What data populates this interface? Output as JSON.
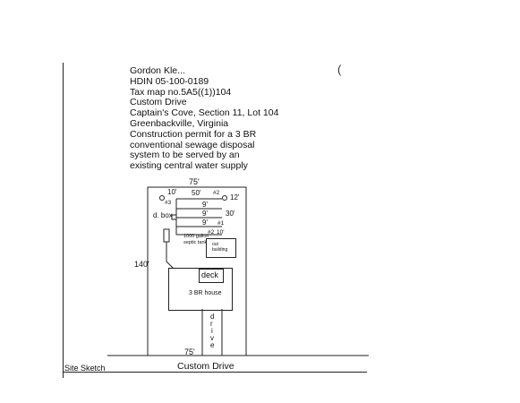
{
  "header": {
    "lines": [
      "Gordon Kle...",
      "HDIN 05-100-0189",
      "Tax map no.5A5((1))104",
      "Custom Drive",
      "Captain's Cove, Section 11, Lot 104",
      "Greenbackville, Virginia",
      "Construction permit for a 3 BR",
      "conventional sewage disposal",
      "system to be served by an",
      "existing central water supply"
    ]
  },
  "corner_mark": "(",
  "sketch": {
    "top_width": "75'",
    "bottom_width": "75'",
    "left_depth": "140'",
    "dim_10_left": "10'",
    "dim_50": "50'",
    "dim_12": "12'",
    "label_2_top": "#2",
    "label_3": "#3",
    "dbox": "d. box",
    "dim_9_a": "9'",
    "dim_9_b": "9'",
    "dim_9_c": "9'",
    "dim_30": "30'",
    "label_1": "#1",
    "label_2_bottom": "#2",
    "dim_10_right": "10'",
    "septic_tank": "1000 gallon\nseptic tank",
    "out_building": "out\nbuilding",
    "deck": "deck",
    "house": "3 BR house",
    "drive_letters": [
      "d",
      "r",
      "i",
      "v",
      "e"
    ]
  },
  "footer": {
    "title": "Site Sketch",
    "road": "Custom Drive"
  }
}
